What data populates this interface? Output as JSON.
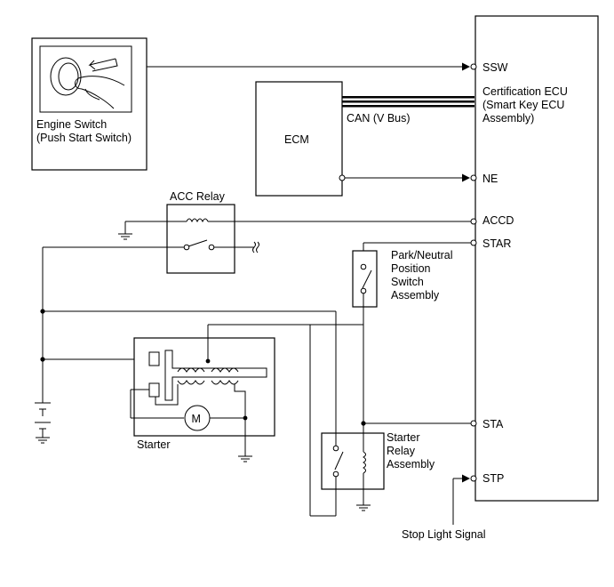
{
  "components": {
    "engine_switch": {
      "label_line1": "Engine Switch",
      "label_line2": "(Push Start Switch)"
    },
    "ecm": {
      "label": "ECM"
    },
    "can_bus": {
      "label": "CAN (V Bus)"
    },
    "acc_relay": {
      "label": "ACC Relay"
    },
    "park_neutral_switch": {
      "line1": "Park/Neutral",
      "line2": "Position",
      "line3": "Switch",
      "line4": "Assembly"
    },
    "starter": {
      "label": "Starter",
      "motor_symbol": "M"
    },
    "starter_relay": {
      "line1": "Starter",
      "line2": "Relay",
      "line3": "Assembly"
    },
    "certification_ecu": {
      "line1": "Certification ECU",
      "line2": "(Smart Key ECU",
      "line3": "Assembly)"
    }
  },
  "ecu_pins": {
    "ssw": "SSW",
    "ne": "NE",
    "accd": "ACCD",
    "star": "STAR",
    "sta": "STA",
    "stp": "STP"
  },
  "signals": {
    "stop_light": "Stop Light Signal"
  }
}
